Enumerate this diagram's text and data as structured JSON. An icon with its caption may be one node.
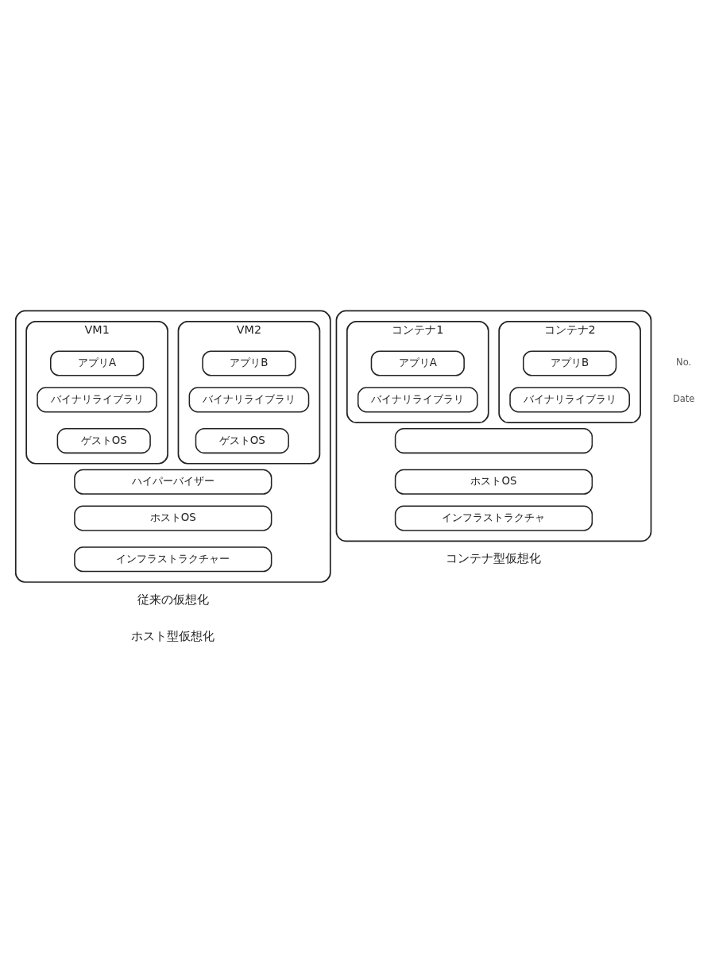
{
  "diagram": {
    "nodes": [
      {
        "text": [],
        "shape": "box",
        "beside": [
          "従来の仮想化",
          "ホスト型仮想化"
        ]
      },
      {
        "text": [
          "VM1"
        ],
        "in": 0
      },
      {
        "text": [
          "アプリA"
        ],
        "in": 1
      },
      {
        "text": [
          "バイナリライブラリ"
        ],
        "in": 1
      },
      {
        "text": [
          "ゲストOS"
        ],
        "in": 1
      },
      {
        "text": [
          "VM2"
        ],
        "in": 0
      },
      {
        "text": [
          "アプリB"
        ],
        "in": 5
      },
      {
        "text": [
          "バイナリライブラリ"
        ],
        "in": 5
      },
      {
        "text": [
          "ゲストOS"
        ],
        "in": 5
      },
      {
        "text": [
          "ハイパーバイザー"
        ],
        "in": 0
      },
      {
        "text": [
          "ホストOS"
        ],
        "in": 0
      },
      {
        "text": [
          "インフラストラクチャー"
        ],
        "in": 0
      },
      {
        "text": [],
        "shape": "box",
        "beside": [
          "コンテナ型仮想化"
        ]
      },
      {
        "text": [
          "コンテナ1"
        ],
        "in": 12
      },
      {
        "text": [
          "アプリA"
        ],
        "in": 13
      },
      {
        "text": [
          "バイナリライブラリ"
        ],
        "in": 13
      },
      {
        "text": [
          "コンテナ2"
        ],
        "in": 12
      },
      {
        "text": [
          "アプリB"
        ],
        "in": 16
      },
      {
        "text": [
          "バイナリライブラリ"
        ],
        "in": 16
      },
      {
        "text": [],
        "shape": "box",
        "in": 12
      },
      {
        "text": [
          "ホストOS"
        ],
        "in": 12
      },
      {
        "text": [
          "インフラストラクチャ"
        ],
        "in": 12
      }
    ],
    "labels": [
      "No.",
      "Date"
    ]
  }
}
